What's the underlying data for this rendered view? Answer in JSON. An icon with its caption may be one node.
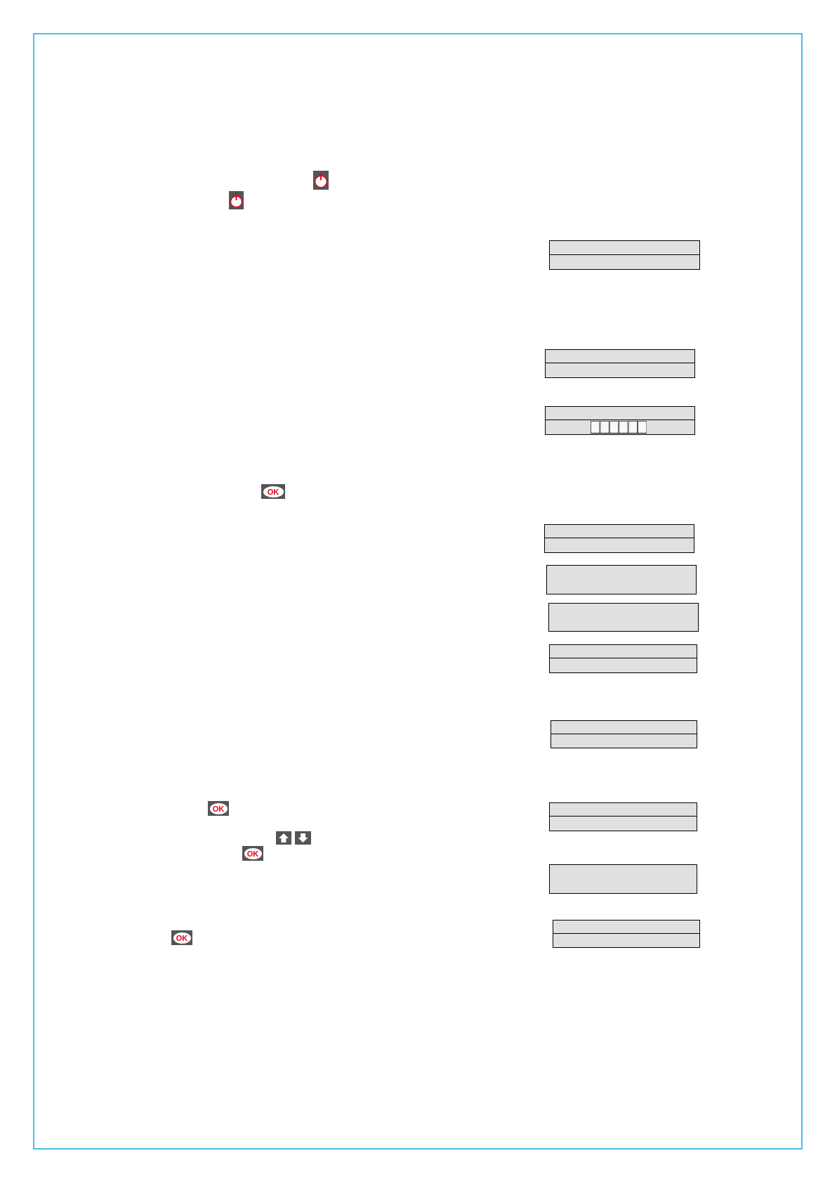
{
  "diagram": {
    "nodes": [
      {
        "text": [],
        "shape": "box"
      },
      {
        "text": [],
        "shape": "box"
      },
      {
        "text": [],
        "shape": "box"
      },
      {
        "text": [],
        "shape": "box"
      },
      {
        "text": [],
        "shape": "box"
      },
      {
        "text": [],
        "shape": "box"
      },
      {
        "text": [],
        "shape": "box"
      },
      {
        "text": [],
        "shape": "box"
      },
      {
        "text": [],
        "shape": "box"
      },
      {
        "text": [],
        "shape": "box"
      },
      {
        "text": [],
        "shape": "box"
      }
    ],
    "labels": [
      "OK",
      "OK",
      "OK",
      "OK"
    ]
  }
}
